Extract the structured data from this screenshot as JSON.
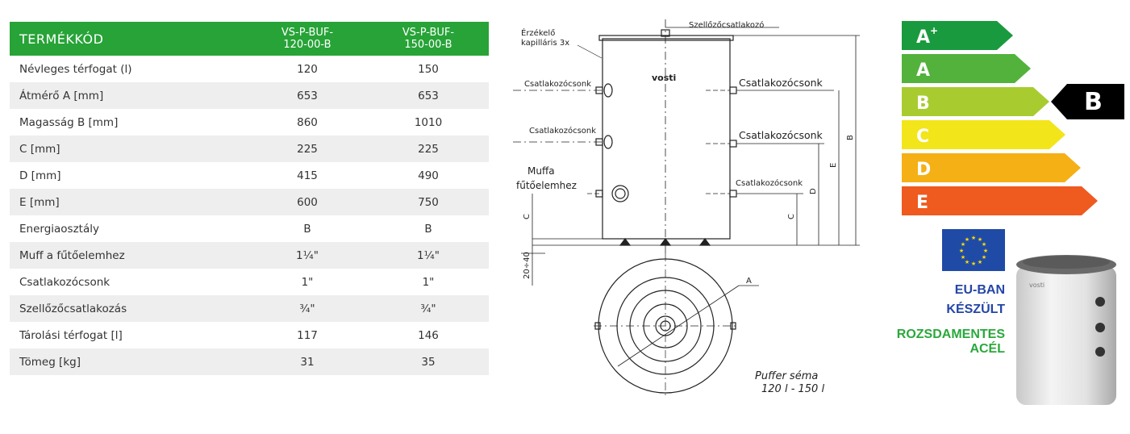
{
  "table": {
    "header": {
      "label": "TERMÉKKÓD",
      "models": [
        {
          "line1": "VS-P-BUF-",
          "line2": "120-00-B"
        },
        {
          "line1": "VS-P-BUF-",
          "line2": "150-00-B"
        }
      ]
    },
    "rows": [
      {
        "label": "Névleges térfogat (l)",
        "v1": "120",
        "v2": "150"
      },
      {
        "label": "Átmérő  A [mm]",
        "v1": "653",
        "v2": "653"
      },
      {
        "label": "Magasság B [mm]",
        "v1": "860",
        "v2": "1010"
      },
      {
        "label": "C [mm]",
        "v1": "225",
        "v2": "225"
      },
      {
        "label": "D [mm]",
        "v1": "415",
        "v2": "490"
      },
      {
        "label": "E [mm]",
        "v1": "600",
        "v2": "750"
      },
      {
        "label": "Energiaosztály",
        "v1": "B",
        "v2": "B"
      },
      {
        "label": "Muff a fűtőelemhez",
        "v1": "1¼\"",
        "v2": "1¼\""
      },
      {
        "label": "Csatlakozócsonk",
        "v1": "1\"",
        "v2": "1\""
      },
      {
        "label": "Szellőzőcsatlakozás",
        "v1": "¾\"",
        "v2": "¾\""
      },
      {
        "label": "Tárolási térfogat [l]",
        "v1": "117",
        "v2": "146"
      },
      {
        "label": "Tömeg [kg]",
        "v1": "31",
        "v2": "35"
      }
    ]
  },
  "schema": {
    "vent_label": "Szellőzőcsatlakozó",
    "sensor_label_1": "Érzékelő",
    "sensor_label_2": "kapilláris 3x",
    "brand": "vosti",
    "left_port_1": "Csatlakozócsonk",
    "left_port_2": "Csatlakozócsonk",
    "muff_label_1": "Muffa",
    "muff_label_2": "fűtőelemhez",
    "right_port_1": "Csatlakozócsonk",
    "right_port_2": "Csatlakozócsonk",
    "right_port_3": "Csatlakozócsonk",
    "dim_b": "B",
    "dim_e": "E",
    "dim_d": "D",
    "dim_c_right": "C",
    "dim_c_left": "C",
    "dim_gap": "20÷40",
    "dim_a": "A",
    "caption_1": "Puffer séma",
    "caption_2": "120 l - 150 l"
  },
  "energy": {
    "classes": [
      {
        "label": "A",
        "sup": "+",
        "color": "#1a9a3e"
      },
      {
        "label": "A",
        "color": "#53b23b"
      },
      {
        "label": "B",
        "color": "#a8cc2f"
      },
      {
        "label": "C",
        "color": "#f2e51a"
      },
      {
        "label": "D",
        "color": "#f5b015"
      },
      {
        "label": "E",
        "color": "#ef5a1f"
      }
    ],
    "current": "B",
    "current_color": "#000000"
  },
  "badges": {
    "eu_line1": "EU-BAN",
    "eu_line2": "KÉSZÜLT",
    "steel_line1": "ROZSDAMENTES",
    "steel_line2": "ACÉL"
  },
  "photo": {
    "brand": "vosti"
  }
}
